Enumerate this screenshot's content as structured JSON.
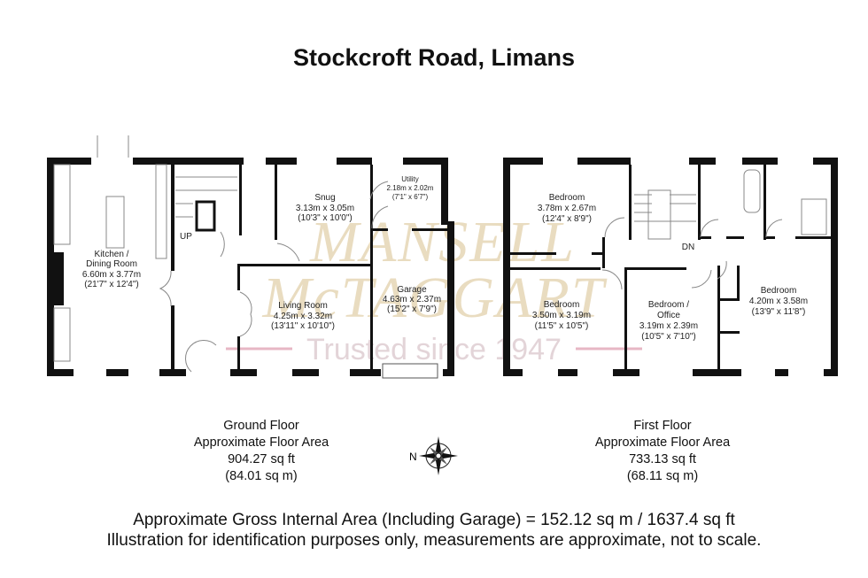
{
  "title": "Stockcroft Road, Limans",
  "watermark": {
    "line1": "MANSELL",
    "line2": "McTAGGART",
    "tagline": "Trusted since 1947"
  },
  "ground_floor": {
    "rooms": [
      {
        "name": "Kitchen /",
        "name2": "Dining Room",
        "metric": "6.60m x 3.77m",
        "imperial": "(21'7\" x 12'4\")"
      },
      {
        "name": "Snug",
        "metric": "3.13m x 3.05m",
        "imperial": "(10'3\" x 10'0\")"
      },
      {
        "name": "Utility",
        "metric": "2.18m x 2.02m",
        "imperial": "(7'1\" x 6'7\")"
      },
      {
        "name": "Living Room",
        "metric": "4.25m x 3.32m",
        "imperial": "(13'11\" x 10'10\")"
      },
      {
        "name": "Garage",
        "metric": "4.63m x 2.37m",
        "imperial": "(15'2\" x 7'9\")"
      }
    ],
    "stair_label": "UP",
    "summary": {
      "name": "Ground Floor",
      "label": "Approximate Floor Area",
      "sqft": "904.27 sq ft",
      "sqm": "(84.01 sq m)"
    }
  },
  "first_floor": {
    "rooms": [
      {
        "name": "Bedroom",
        "metric": "3.78m x 2.67m",
        "imperial": "(12'4\" x 8'9\")"
      },
      {
        "name": "Bedroom",
        "metric": "3.50m x 3.19m",
        "imperial": "(11'5\" x 10'5\")"
      },
      {
        "name": "Bedroom /",
        "name2": "Office",
        "metric": "3.19m x 2.39m",
        "imperial": "(10'5\" x 7'10\")"
      },
      {
        "name": "Bedroom",
        "metric": "4.20m x 3.58m",
        "imperial": "(13'9\" x 11'8\")"
      }
    ],
    "stair_label": "DN",
    "summary": {
      "name": "First Floor",
      "label": "Approximate Floor Area",
      "sqft": "733.13 sq ft",
      "sqm": "(68.11 sq m)"
    }
  },
  "compass": {
    "label": "N"
  },
  "footer": {
    "line1": "Approximate Gross Internal Area (Including Garage) = 152.12 sq m / 1637.4 sq ft",
    "line2": "Illustration for identification purposes only, measurements are approximate, not to scale."
  }
}
